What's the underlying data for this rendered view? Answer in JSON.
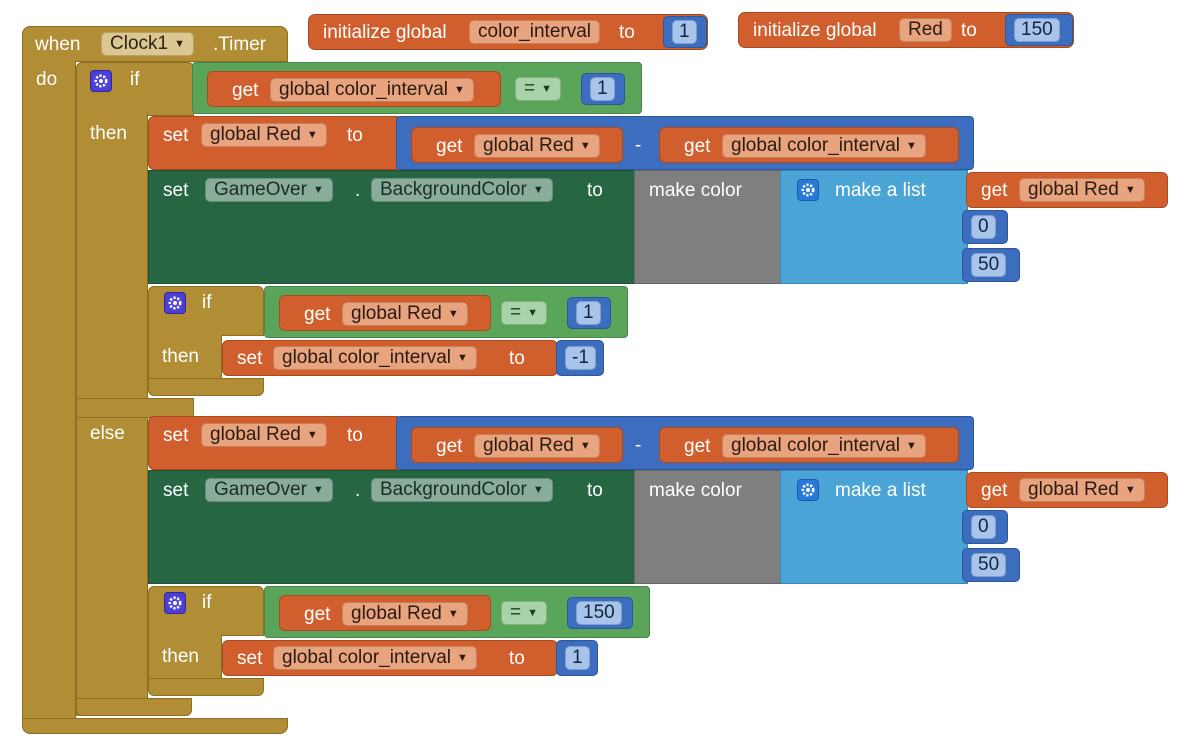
{
  "init_color": {
    "prefix": "initialize global",
    "var": "color_interval",
    "to": "to",
    "value": "1"
  },
  "init_red": {
    "prefix": "initialize global",
    "var": "Red",
    "to": "to",
    "value": "150"
  },
  "event": {
    "when": "when",
    "component": "Clock1",
    "event_name": ".Timer",
    "do": "do"
  },
  "if_main": {
    "if_label": "if",
    "then_label": "then",
    "else_label": "else",
    "cond_get": "get",
    "cond_var": "global color_interval",
    "cond_op": "=",
    "cond_value": "1"
  },
  "then_branch": {
    "set": "set",
    "set_var": "global Red",
    "to": "to",
    "get1": "get",
    "var1": "global Red",
    "op": "-",
    "get2": "get",
    "var2": "global color_interval",
    "setcolor_set": "set",
    "component": "GameOver",
    "dot": ".",
    "property": "BackgroundColor",
    "setcolor_to": "to",
    "make_color": "make color",
    "make_list": "make a list",
    "list_get": "get",
    "list_var": "global Red",
    "item2": "0",
    "item3": "50",
    "inner_if": "if",
    "inner_then": "then",
    "inner_get": "get",
    "inner_var": "global Red",
    "inner_op": "=",
    "inner_value": "1",
    "inner_set": "set",
    "inner_set_var": "global color_interval",
    "inner_to": "to",
    "inner_set_value": "-1"
  },
  "else_branch": {
    "set": "set",
    "set_var": "global Red",
    "to": "to",
    "get1": "get",
    "var1": "global Red",
    "op": "-",
    "get2": "get",
    "var2": "global color_interval",
    "setcolor_set": "set",
    "component": "GameOver",
    "dot": ".",
    "property": "BackgroundColor",
    "setcolor_to": "to",
    "make_color": "make color",
    "make_list": "make a list",
    "list_get": "get",
    "list_var": "global Red",
    "item2": "0",
    "item3": "50",
    "inner_if": "if",
    "inner_then": "then",
    "inner_get": "get",
    "inner_var": "global Red",
    "inner_op": "=",
    "inner_value": "150",
    "inner_set": "set",
    "inner_set_var": "global color_interval",
    "inner_to": "to",
    "inner_set_value": "1"
  },
  "colors": {
    "control": "#b18e35",
    "variable": "#d05f2d",
    "math": "#3c6dbf",
    "logic": "#5ba55b",
    "component": "#266643",
    "color": "#7f7f7f",
    "list": "#4aa5d6"
  },
  "icons": [
    "gear-icon",
    "dropdown-caret-icon"
  ]
}
